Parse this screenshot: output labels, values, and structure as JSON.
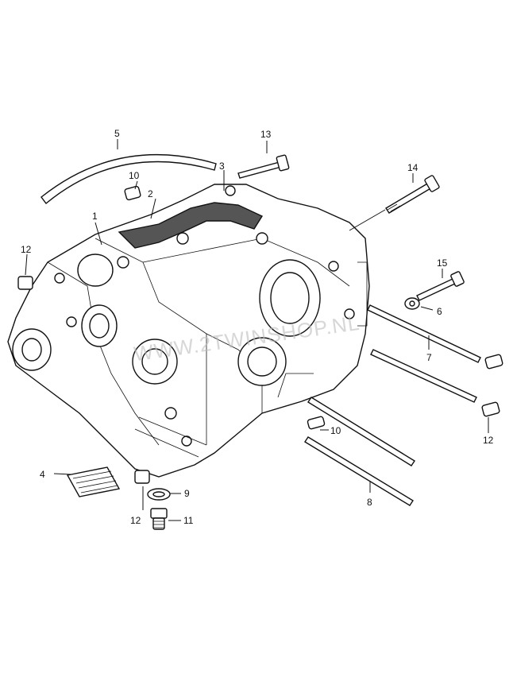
{
  "diagram": {
    "watermark": "WWW.2TWINSHOP.NL",
    "callouts": {
      "c1": "1",
      "c2": "2",
      "c3": "3",
      "c4": "4",
      "c5": "5",
      "c6": "6",
      "c7": "7",
      "c8": "8",
      "c9": "9",
      "c10a": "10",
      "c10b": "10",
      "c11": "11",
      "c12a": "12",
      "c12b": "12",
      "c12c": "12",
      "c13": "13",
      "c14": "14",
      "c15": "15"
    }
  }
}
